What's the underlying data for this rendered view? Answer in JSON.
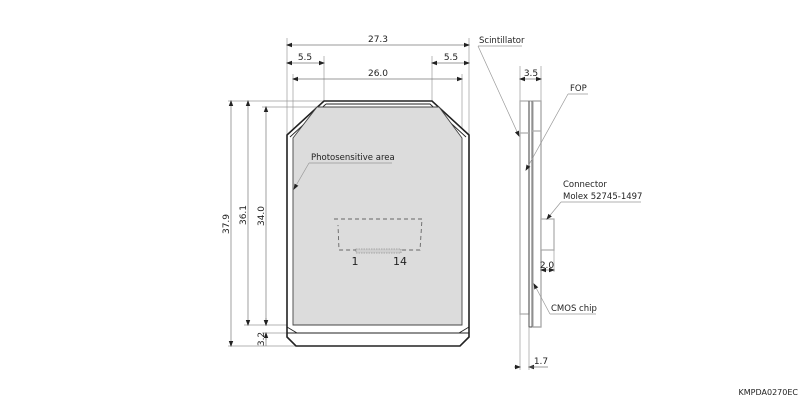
{
  "drawing": {
    "id_code": "KMPDA0270EC",
    "front_view": {
      "dimensions": {
        "overall_width": "27.3",
        "corner_left": "5.5",
        "corner_right": "5.5",
        "active_width": "26.0",
        "overall_height": "37.9",
        "height_36": "36.1",
        "active_height": "34.0",
        "bottom_margin": "3.2"
      },
      "labels": {
        "photosensitive_area": "Photosensitive area",
        "pin_first": "1",
        "pin_last": "14"
      }
    },
    "side_view": {
      "dimensions": {
        "thickness": "3.5",
        "connector_height": "2.0",
        "chip_offset": "1.7"
      },
      "labels": {
        "scintillator": "Scintillator",
        "fop": "FOP",
        "connector": "Connector",
        "connector_part": "Molex 52745-1497",
        "cmos_chip": "CMOS chip"
      }
    }
  }
}
